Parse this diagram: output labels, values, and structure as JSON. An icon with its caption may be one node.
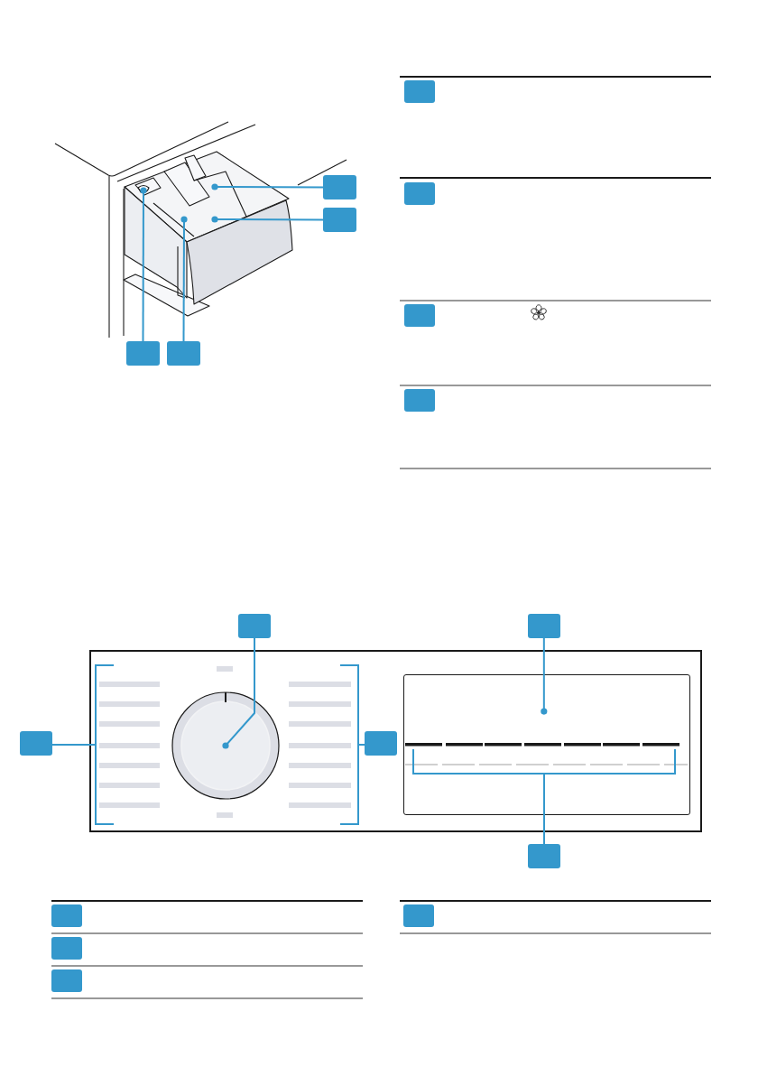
{
  "diagram": {
    "nodes": [
      {
        "text": [],
        "shape": "box"
      },
      {
        "text": [],
        "shape": "box"
      },
      {
        "text": [],
        "shape": "box"
      },
      {
        "text": [],
        "shape": "box"
      },
      {
        "text": [],
        "shape": "box"
      },
      {
        "text": [],
        "shape": "box"
      },
      {
        "text": [],
        "shape": "box"
      },
      {
        "text": [],
        "shape": "box"
      },
      {
        "text": [],
        "shape": "box"
      },
      {
        "text": [],
        "shape": "box"
      },
      {
        "text": [],
        "shape": "box"
      },
      {
        "text": [],
        "shape": "box",
        "in": 17
      },
      {
        "text": [],
        "shape": "box"
      },
      {
        "text": [],
        "shape": "box"
      },
      {
        "text": [],
        "shape": "box"
      },
      {
        "text": [],
        "shape": "box"
      },
      {
        "text": [],
        "shape": "box"
      },
      {
        "text": [],
        "shape": "box"
      },
      {
        "text": [],
        "shape": "bracket",
        "in": 17
      },
      {
        "text": [],
        "shape": "circle",
        "in": 17
      },
      {
        "text": [],
        "shape": "bracket",
        "in": 17
      },
      {
        "text": [],
        "shape": "box",
        "in": 17
      },
      {
        "text": [],
        "shape": "bracket",
        "in": 21
      }
    ],
    "edges": [
      {
        "from": 0,
        "to": null,
        "arrow": "other"
      },
      {
        "from": 1,
        "to": null,
        "arrow": "other"
      },
      {
        "from": 2,
        "to": null,
        "arrow": "other"
      },
      {
        "from": 3,
        "to": null,
        "arrow": "other"
      },
      {
        "from": 8,
        "to": 19,
        "arrow": "other"
      },
      {
        "from": 9,
        "to": 21,
        "arrow": "other"
      },
      {
        "from": 10,
        "to": 18,
        "arrow": "none"
      },
      {
        "from": 11,
        "to": 20,
        "arrow": "none"
      },
      {
        "from": 12,
        "to": 22,
        "arrow": "none"
      }
    ]
  }
}
